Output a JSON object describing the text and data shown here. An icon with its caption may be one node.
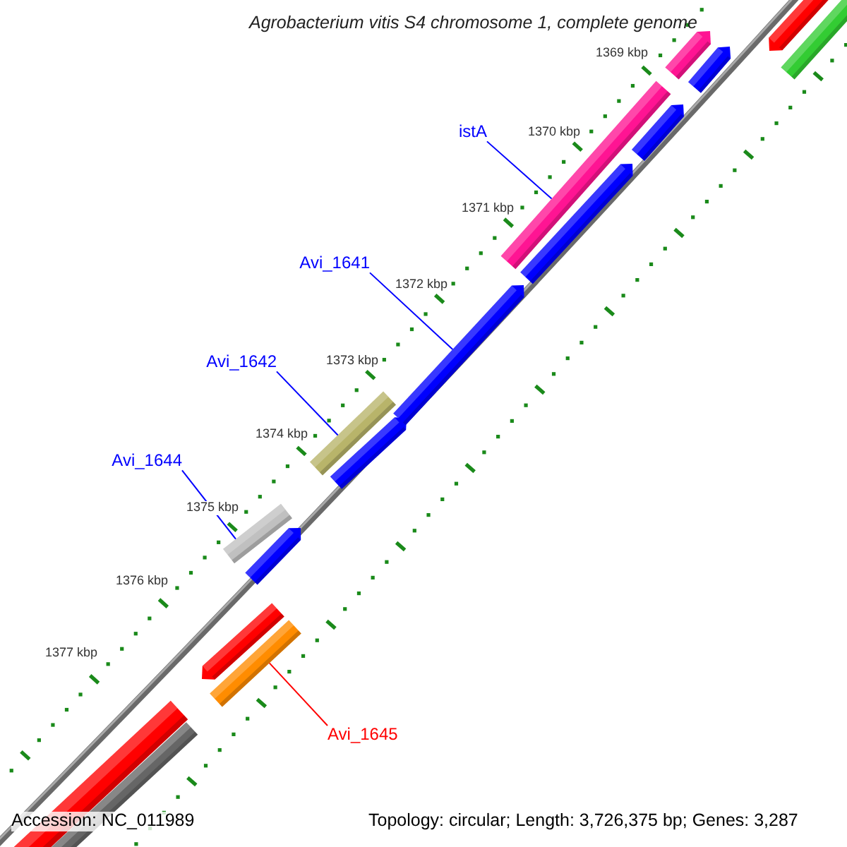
{
  "diagram": {
    "title": "Agrobacterium vitis S4 chromosome 1, complete genome",
    "nodes": [
      {
        "text": [
          "istA"
        ]
      },
      {
        "text": [
          "Avi_1641"
        ]
      },
      {
        "text": [
          "Avi_1642"
        ]
      },
      {
        "text": [
          "Avi_1644"
        ]
      },
      {
        "text": [
          "Avi_1645"
        ]
      },
      {
        "text": [],
        "shape": "bar"
      },
      {
        "text": [],
        "shape": "bar"
      },
      {
        "text": [],
        "shape": "bar"
      },
      {
        "text": [],
        "shape": "bar"
      },
      {
        "text": [],
        "shape": "bar"
      }
    ],
    "edges": [
      {
        "from": 0,
        "to": 5,
        "arrow": "none"
      },
      {
        "from": 1,
        "to": 6,
        "arrow": "none"
      },
      {
        "from": 2,
        "to": 7,
        "arrow": "none"
      },
      {
        "from": 3,
        "to": 8,
        "arrow": "none"
      },
      {
        "from": 4,
        "to": 9,
        "arrow": "none",
        "color": "#ff0000"
      }
    ],
    "labels": [
      "1369 kbp",
      "1370 kbp",
      "1371 kbp",
      "1372 kbp",
      "1373 kbp",
      "1374 kbp",
      "1375 kbp",
      "1376 kbp",
      "1377 kbp",
      "Accession: NC_011989",
      "Topology: circular; Length: 3,726,375 bp; Genes: 3,287"
    ]
  }
}
